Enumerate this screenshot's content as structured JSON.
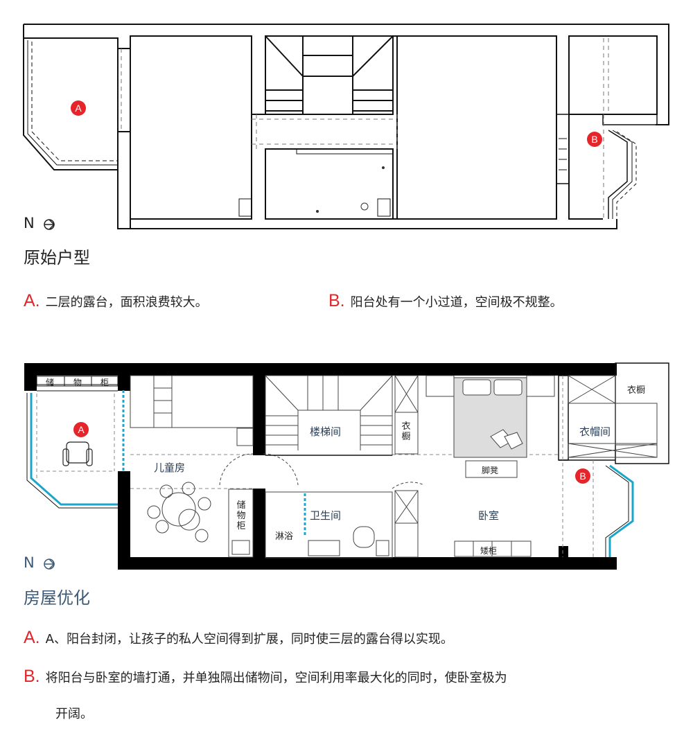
{
  "plan1": {
    "north_label": "N",
    "title": "原始户型",
    "marker_a": "A",
    "marker_b": "B"
  },
  "notes1": {
    "a": {
      "letter": "A.",
      "text": "二层的露台，面积浪费较大。"
    },
    "b": {
      "letter": "B.",
      "text": "阳台处有一个小过道，空间极不规整。"
    }
  },
  "plan2": {
    "north_label": "N",
    "title": "房屋优化",
    "marker_a": "A",
    "marker_b": "B",
    "rooms": {
      "storage_top": [
        "储",
        "物",
        "柜"
      ],
      "children": "儿童房",
      "stairs": "楼梯间",
      "wardrobe_v": "衣橱",
      "storage_v": "储物柜",
      "bathroom": "卫生间",
      "shower": "淋浴",
      "bedroom": "卧室",
      "footstool": "脚凳",
      "low_cabinet": "矮柜",
      "wardrobe_top": "衣橱",
      "cloakroom": "衣帽间"
    }
  },
  "notes2": {
    "a": {
      "letter": "A.",
      "text": "A、阳台封闭，让孩子的私人空间得到扩展，同时使三层的露台得以实现。"
    },
    "b": {
      "letter": "B.",
      "text": "将阳台与卧室的墙打通，并单独隔出储物间，空间利用率最大化的同时，使卧室极为",
      "text2": "开阔。"
    }
  },
  "colors": {
    "wall": "#000000",
    "accent_red": "#e5252a",
    "window_cyan": "#1aa6c9",
    "title_blue": "#3c5a78"
  }
}
